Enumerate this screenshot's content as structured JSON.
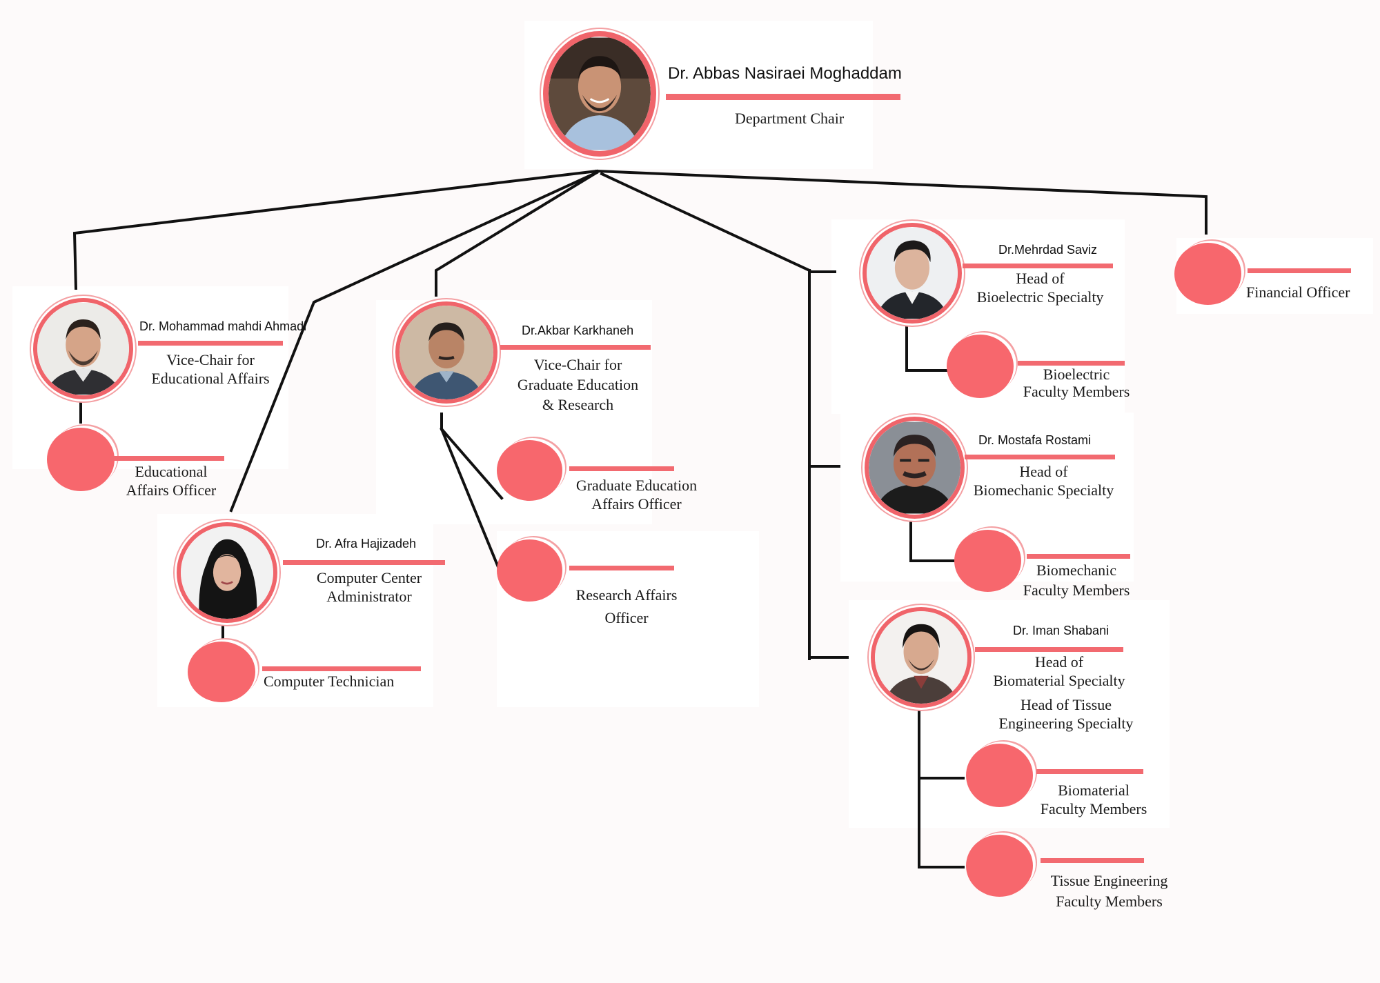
{
  "colors": {
    "accent": "#f26a70",
    "dot": "#f7676d",
    "line": "#111111"
  },
  "chair": {
    "name": "Dr. Abbas Nasiraei Moghaddam",
    "role": "Department Chair"
  },
  "vice_educational": {
    "name": "Dr. Mohammad mahdi Ahmadi",
    "role": [
      "Vice-Chair for",
      "Educational Affairs"
    ]
  },
  "educational_officer": {
    "role": [
      "Educational",
      "Affairs Officer"
    ]
  },
  "computer_admin": {
    "name": "Dr. Afra Hajizadeh",
    "role": [
      "Computer Center",
      "Administrator"
    ]
  },
  "computer_technician": {
    "role": [
      "Computer Technician"
    ]
  },
  "vice_graduate": {
    "name": "Dr.Akbar Karkhaneh",
    "role": [
      "Vice-Chair for",
      "Graduate Education",
      "& Research"
    ]
  },
  "graduate_officer": {
    "role": [
      "Graduate Education",
      "Affairs Officer"
    ]
  },
  "research_officer": {
    "role": [
      "Research Affairs",
      "Officer"
    ]
  },
  "bioelectric_head": {
    "name": "Dr.Mehrdad Saviz",
    "role": [
      "Head of",
      "Bioelectric Specialty"
    ]
  },
  "bioelectric_faculty": {
    "role": [
      "Bioelectric",
      "Faculty Members"
    ]
  },
  "biomechanic_head": {
    "name": "Dr. Mostafa Rostami",
    "role": [
      "Head of",
      "Biomechanic Specialty"
    ]
  },
  "biomechanic_faculty": {
    "role": [
      "Biomechanic",
      "Faculty Members"
    ]
  },
  "biomaterial_head": {
    "name": "Dr. Iman Shabani",
    "role": [
      "Head of",
      "Biomaterial Specialty"
    ],
    "role2": [
      "Head of Tissue",
      "Engineering  Specialty"
    ]
  },
  "biomaterial_faculty": {
    "role": [
      "Biomaterial",
      "Faculty Members"
    ]
  },
  "tissue_faculty": {
    "role": [
      "Tissue Engineering",
      "Faculty Members"
    ]
  },
  "financial_officer": {
    "role": [
      "Financial Officer"
    ]
  }
}
